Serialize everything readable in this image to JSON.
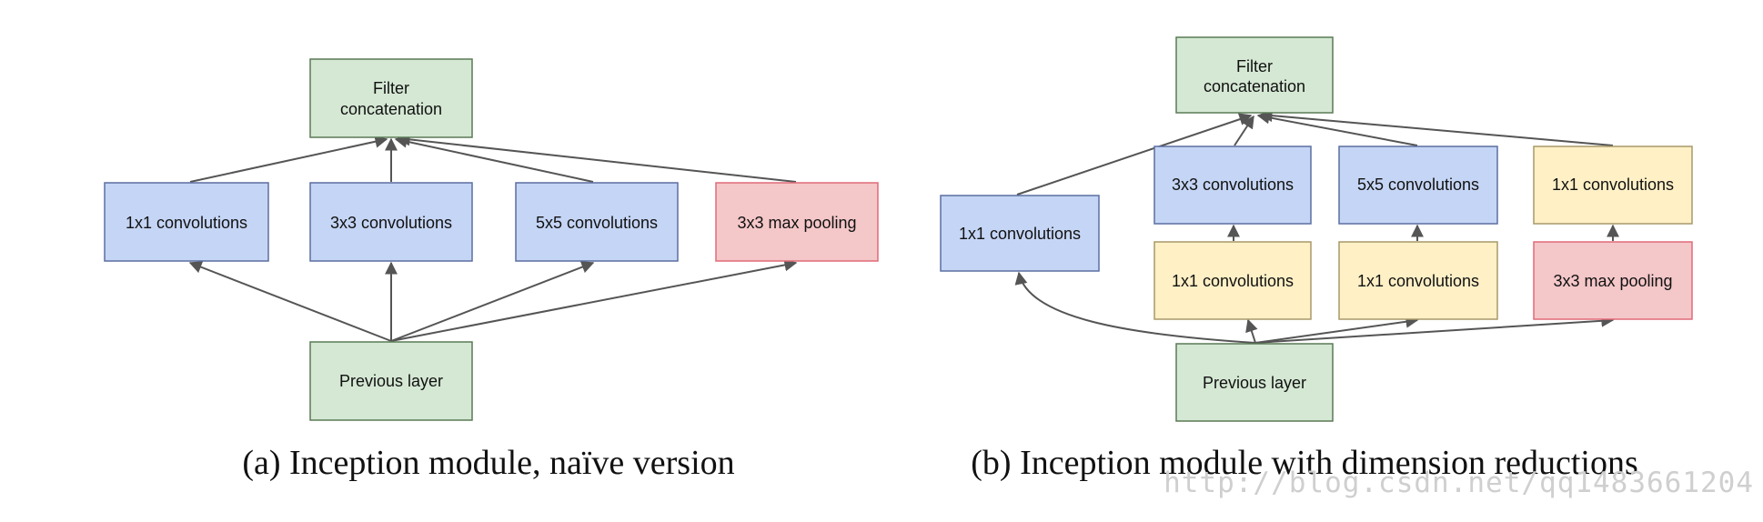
{
  "colors": {
    "green_fill": "#d5e8d4",
    "green_stroke": "#5a7a55",
    "blue_fill": "#c5d5f5",
    "blue_stroke": "#5b6fa0",
    "red_fill": "#f4c7c9",
    "red_stroke": "#e06b78",
    "yellow_fill": "#fff0c6",
    "yellow_stroke": "#a8996a",
    "edge": "#555555"
  },
  "diagram_a": {
    "caption": "(a)  Inception module, naïve version",
    "nodes": {
      "filter": [
        "Filter",
        "concatenation"
      ],
      "conv1": "1x1 convolutions",
      "conv3": "3x3 convolutions",
      "conv5": "5x5 convolutions",
      "pool": "3x3 max pooling",
      "prev": "Previous layer"
    }
  },
  "diagram_b": {
    "caption": "(b)  Inception module with dimension reductions",
    "nodes": {
      "filter": [
        "Filter",
        "concatenation"
      ],
      "conv1": "1x1 convolutions",
      "conv3": "3x3 convolutions",
      "conv5": "5x5 convolutions",
      "conv1_top": "1x1 convolutions",
      "reduce3": "1x1 convolutions",
      "reduce5": "1x1 convolutions",
      "pool": "3x3 max pooling",
      "prev": "Previous layer"
    }
  },
  "watermark": "http://blog.csdn.net/qq1483661204"
}
